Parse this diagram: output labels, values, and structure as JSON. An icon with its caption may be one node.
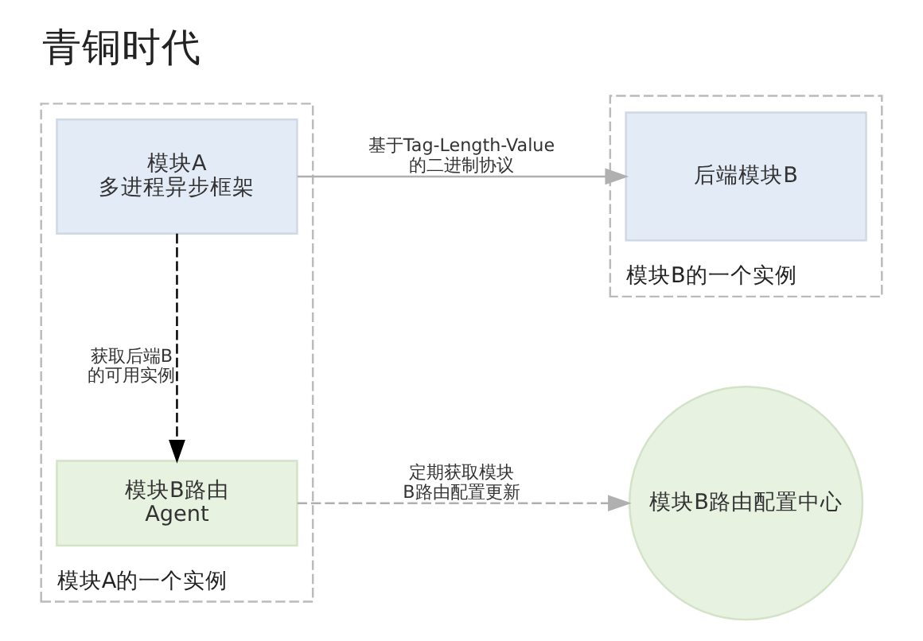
{
  "diagram": {
    "title": "青铜时代",
    "nodes": [
      {
        "text": [
          "模块A的一个实例"
        ]
      },
      {
        "text": [
          "模块A",
          "多进程异步框架"
        ],
        "in": 0
      },
      {
        "text": [
          "模块B路由Agent"
        ],
        "in": 0
      },
      {
        "text": [
          "模块B路由配置中心"
        ]
      },
      {
        "text": [
          "模块B的一个实例"
        ]
      },
      {
        "text": [
          "后端模块B"
        ],
        "in": 4
      }
    ],
    "edges": [
      {
        "from": 1,
        "to": 5,
        "arrow": "to",
        "label": "基于Tag-Length-Value的二进制协议"
      },
      {
        "from": 1,
        "to": 2,
        "arrow": "to",
        "label": "获取后端B的可用实例",
        "style": "dashed",
        "color": "#000000"
      },
      {
        "from": 2,
        "to": 3,
        "arrow": "to",
        "label": "定期获取模块B路由配置更新",
        "style": "dashed"
      }
    ]
  }
}
